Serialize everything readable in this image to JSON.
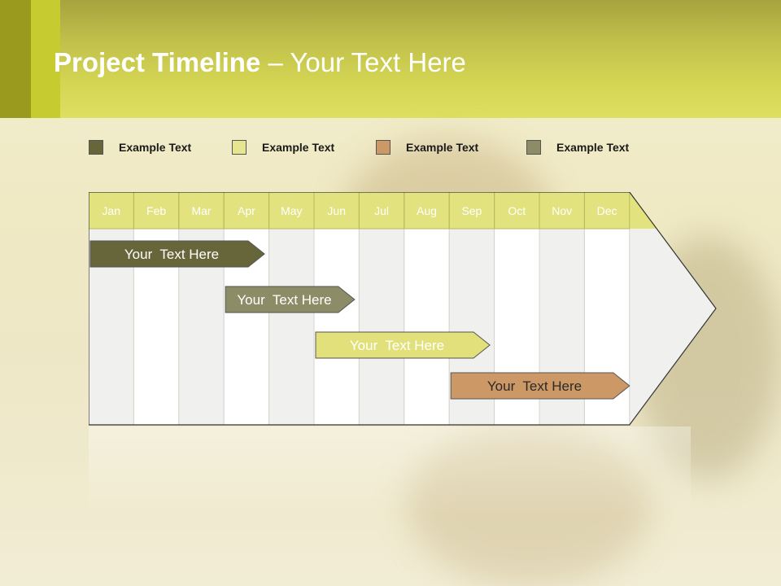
{
  "header": {
    "title_bold": "Project Timeline",
    "title_rest": " – Your Text Here"
  },
  "colors": {
    "header_bg": "#d4d553",
    "dark_olive": "#66663a",
    "light_yellow": "#e6e590",
    "tan": "#cc9966",
    "grey_olive": "#8c8c66",
    "month_header": "#e2e37e"
  },
  "legend": [
    {
      "label": "Example Text",
      "color": "#66663a"
    },
    {
      "label": "Example Text",
      "color": "#e6e590"
    },
    {
      "label": "Example Text",
      "color": "#cc9966"
    },
    {
      "label": "Example Text",
      "color": "#8c8c66"
    }
  ],
  "months": [
    "Jan",
    "Feb",
    "Mar",
    "Apr",
    "May",
    "Jun",
    "Jul",
    "Aug",
    "Sep",
    "Oct",
    "Nov",
    "Dec"
  ],
  "tasks": [
    {
      "label": "Your  Text Here",
      "start_month": 0,
      "end_month": 3.9,
      "color": "#66663a",
      "text_color": "#ffffff"
    },
    {
      "label": "Your  Text Here",
      "start_month": 3.0,
      "end_month": 5.9,
      "color": "#8c8c66",
      "text_color": "#ffffff"
    },
    {
      "label": "Your  Text Here",
      "start_month": 5.0,
      "end_month": 8.9,
      "color": "#e2e07a",
      "text_color": "#ffffff"
    },
    {
      "label": "Your  Text Here",
      "start_month": 8.0,
      "end_month": 12.0,
      "color": "#cc9966",
      "text_color": "#2a2a2a"
    }
  ]
}
